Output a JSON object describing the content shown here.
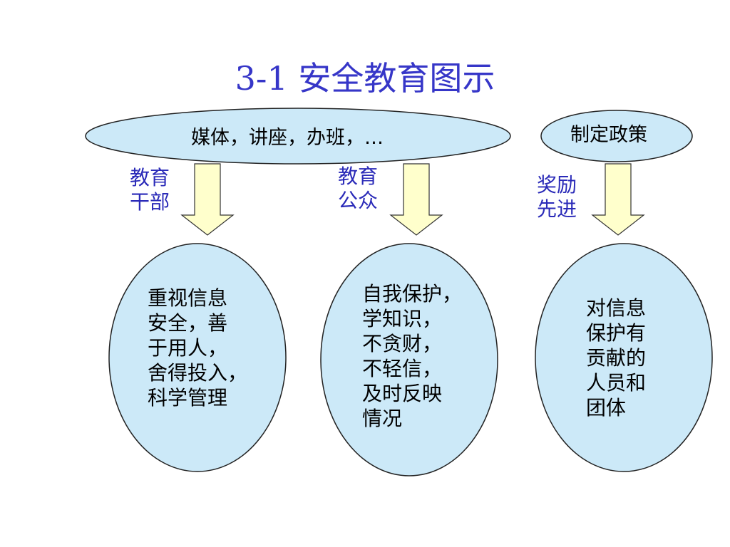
{
  "title": "3-1 安全教育图示",
  "top_ellipse_text": "媒体，讲座，办班，…",
  "policy_ellipse_text": "制定政策",
  "arrow_labels": {
    "left": [
      "教育",
      "干部"
    ],
    "middle": [
      "教育",
      "公众"
    ],
    "right": [
      "奖励",
      "先进"
    ]
  },
  "bubbles": {
    "left": [
      "重视信息",
      "安全，善",
      "于用人，",
      "舍得投入，",
      "科学管理"
    ],
    "middle": [
      "自我保护，",
      "学知识，",
      "不贪财，",
      "不轻信，",
      "及时反映",
      "情况"
    ],
    "right": [
      "对信息",
      "保护有",
      "贡献的",
      "人员和",
      "团体"
    ]
  },
  "colors": {
    "title": "#3636c8",
    "label": "#2a2ab8",
    "ellipse_fill": "#cce9f8",
    "ellipse_stroke": "#222222",
    "arrow_fill": "#ffffcc",
    "arrow_stroke": "#333333"
  }
}
